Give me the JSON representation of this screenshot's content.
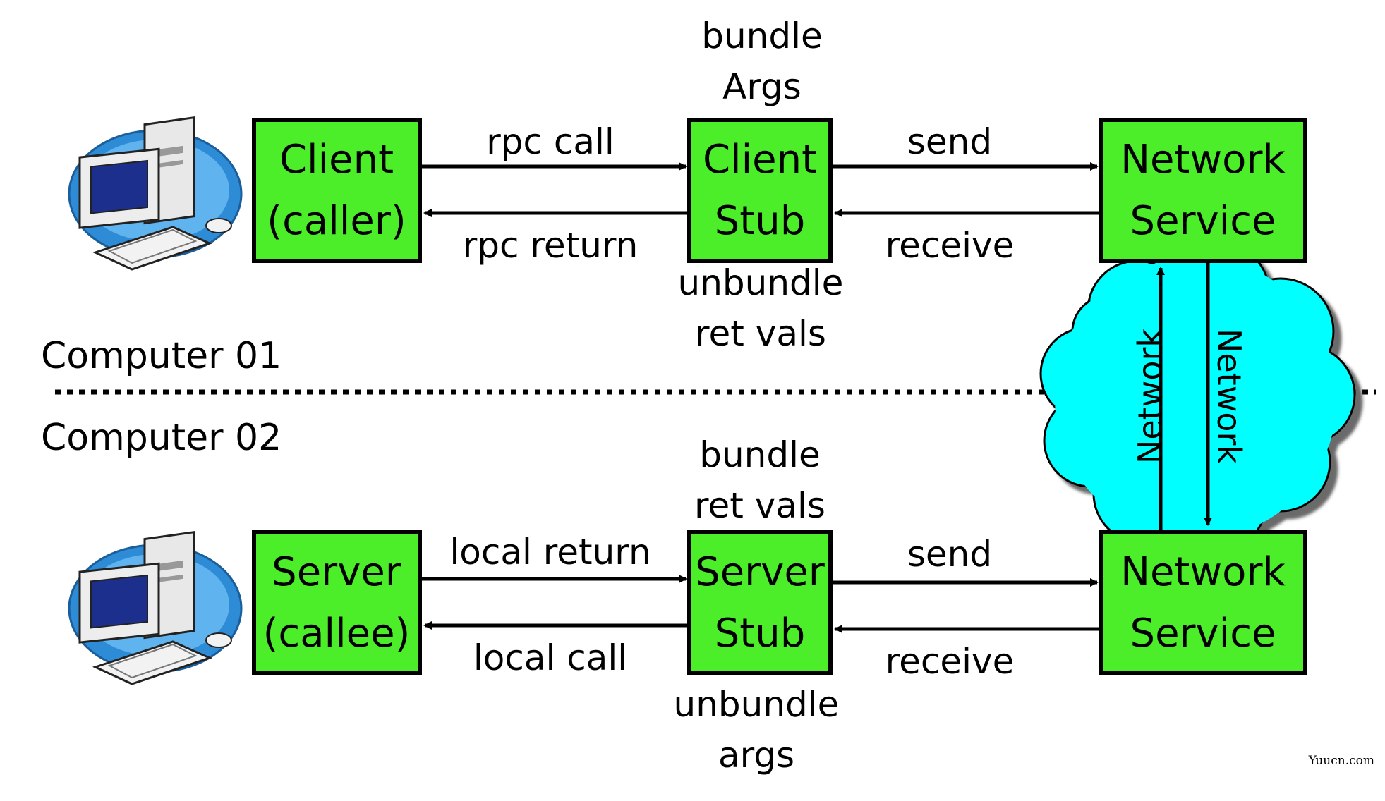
{
  "colors": {
    "box_fill": "#4CEE2A",
    "box_stroke": "#000000",
    "cloud_fill": "#00FFFF",
    "arrow": "#000000",
    "divider": "#000000",
    "monitor_blue": "#2E8BD6"
  },
  "icons": {
    "client_computer": "computer-icon",
    "server_computer": "computer-icon",
    "network": "cloud-icon"
  },
  "labels": {
    "computer_01": "Computer 01",
    "computer_02": "Computer 02",
    "watermark": "Yuucn.com"
  },
  "boxes": {
    "client": [
      "Client",
      "(caller)"
    ],
    "client_stub": [
      "Client",
      "Stub"
    ],
    "client_network": [
      "Network",
      "Service"
    ],
    "server": [
      "Server",
      "(callee)"
    ],
    "server_stub": [
      "Server",
      "Stub"
    ],
    "server_network": [
      "Network",
      "Service"
    ]
  },
  "arrows": {
    "rpc_call": "rpc call",
    "rpc_return": "rpc return",
    "send_top": "send",
    "receive_top": "receive",
    "local_return": "local return",
    "local_call": "local call",
    "send_bottom": "send",
    "receive_bottom": "receive"
  },
  "annotations": {
    "bundle_args": [
      "bundle",
      "Args"
    ],
    "unbundle_ret_vals": [
      "unbundle",
      "ret vals"
    ],
    "bundle_ret_vals": [
      "bundle",
      "ret vals"
    ],
    "unbundle_args": [
      "unbundle",
      "args"
    ]
  },
  "network": {
    "up_label": "Network",
    "down_label": "Network"
  }
}
